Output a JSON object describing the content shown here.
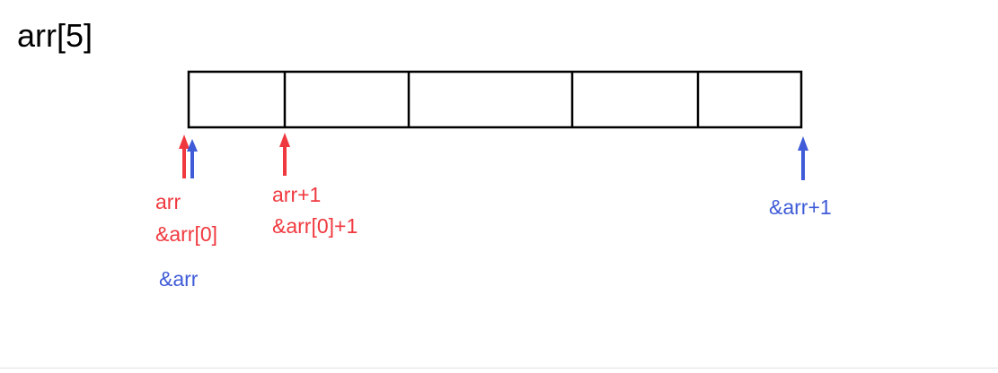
{
  "title": "arr[5]",
  "labels": {
    "arr": "arr",
    "addr_arr0": "&arr[0]",
    "addr_arr": "&arr",
    "arr_plus_1": "arr+1",
    "addr_arr0_plus_1": "&arr[0]+1",
    "addr_arr_plus_1": "&arr+1"
  },
  "colors": {
    "red": "#f0393f",
    "blue": "#3f5bd8",
    "box": "#000000"
  },
  "icons": {
    "pointer_arrow": "up-arrow-icon"
  }
}
